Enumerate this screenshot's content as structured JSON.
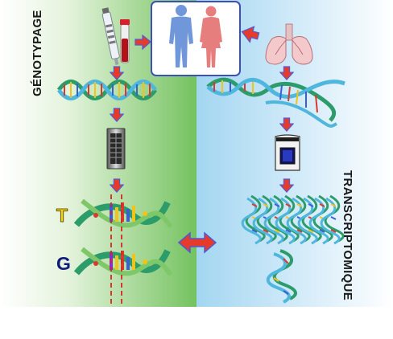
{
  "labels": {
    "left": "GÉNOTYPAGE",
    "right": "TRANSCRIPTOMIQUE",
    "letter_t": "T",
    "letter_g": "G"
  },
  "icons": {
    "people": "male-female-silhouettes-icon",
    "tubes": "blood-sample-tubes-icon",
    "lungs": "lungs-organ-icon",
    "chip": "genotyping-chip-icon",
    "sequencer": "sequencing-instrument-icon"
  },
  "colors": {
    "left_panel": "#6cbf5a",
    "right_panel": "#9ed2ee",
    "arrow_fill": "#e63a2c",
    "arrow_stroke": "#4f5bd5",
    "helix_a": "#2c9c6a",
    "helix_b": "#4fb6dd",
    "male": "#6f97d9",
    "female": "#e67e7e"
  }
}
